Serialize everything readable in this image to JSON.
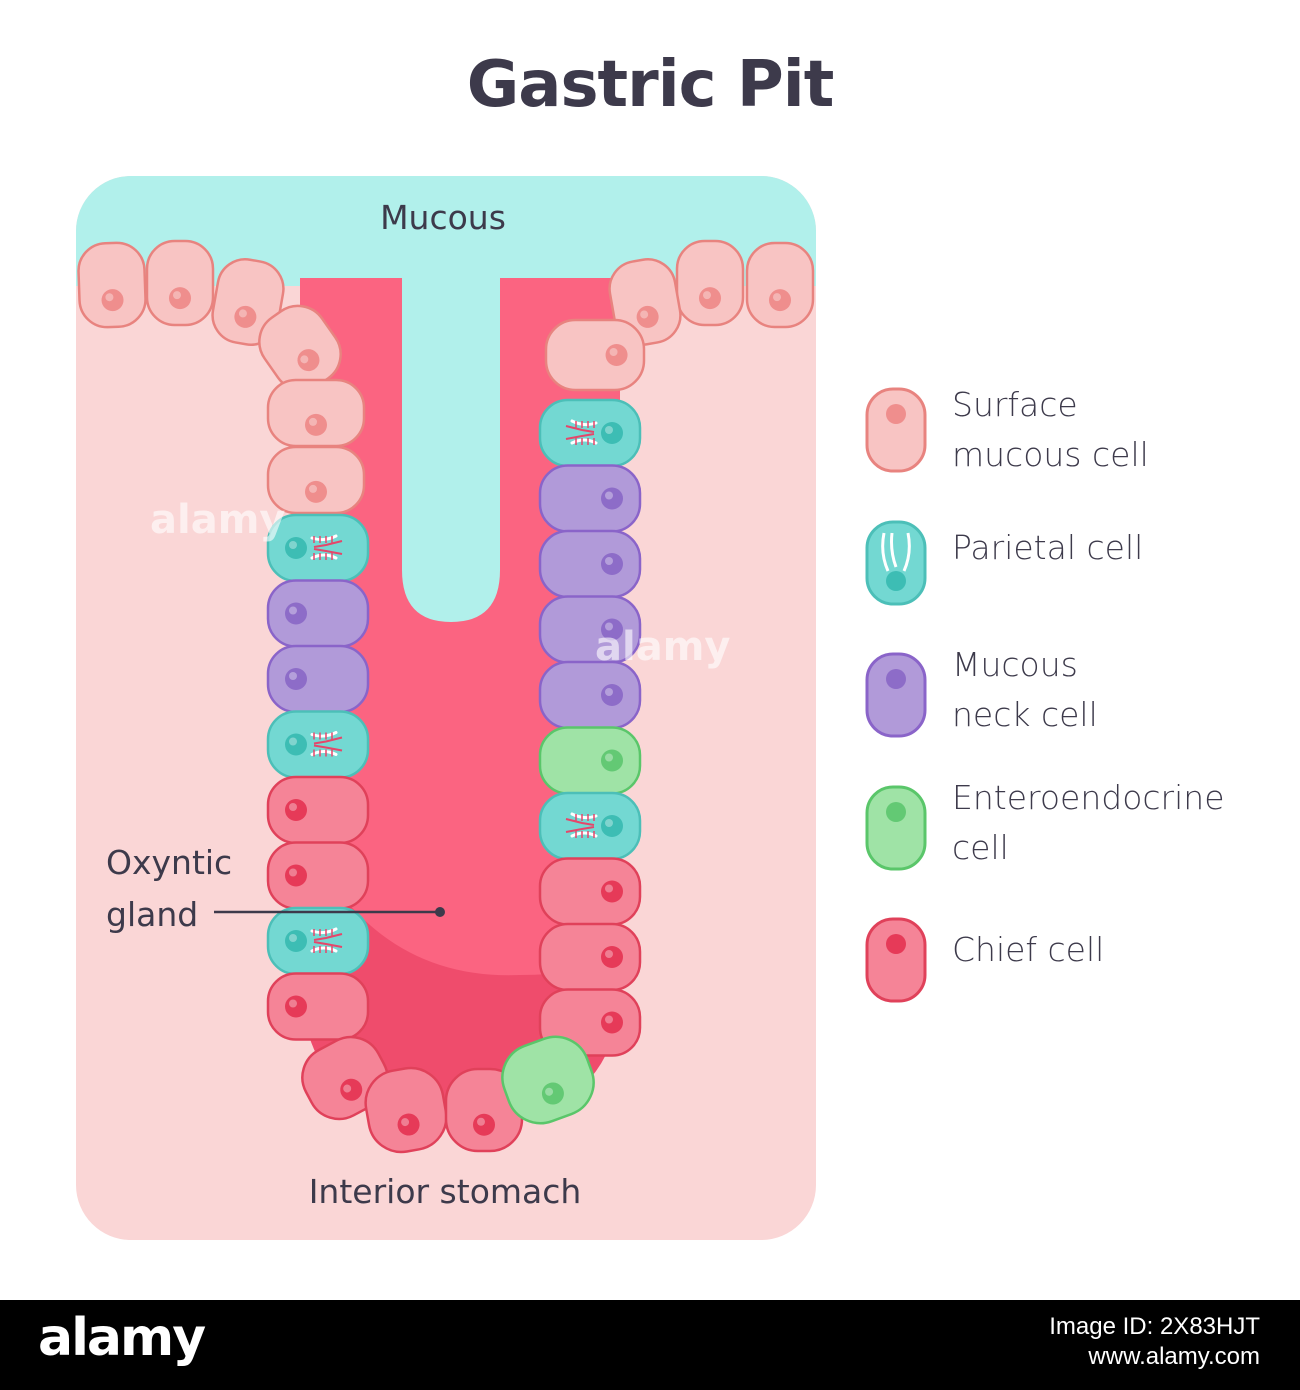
{
  "title": "Gastric Pit",
  "labels": {
    "mucous": "Mucous",
    "oxyntic_line1": "Oxyntic",
    "oxyntic_line2": "gland",
    "interior": "Interior stomach"
  },
  "legend": [
    {
      "line1": "Surface",
      "line2": "mucous cell",
      "color": "#f8c4c3",
      "stroke": "#e8837f",
      "nucleus": "#ef8e8d",
      "icon": "surface-mucous-cell-icon"
    },
    {
      "line1": "Parietal cell",
      "line2": "",
      "color": "#73d8d2",
      "stroke": "#4cbfb8",
      "nucleus": "#3dbdb4",
      "icon": "parietal-cell-icon"
    },
    {
      "line1": "Mucous",
      "line2": "neck cell",
      "color": "#b19ad9",
      "stroke": "#8a64c9",
      "nucleus": "#8d6cc8",
      "icon": "mucous-neck-cell-icon"
    },
    {
      "line1": "Enteroendocrine",
      "line2": "cell",
      "color": "#9fe3a6",
      "stroke": "#5ac66a",
      "nucleus": "#63c974",
      "icon": "enteroendocrine-cell-icon"
    },
    {
      "line1": "Chief cell",
      "line2": "",
      "color": "#f58497",
      "stroke": "#e0415a",
      "nucleus": "#e63a58",
      "icon": "chief-cell-icon"
    }
  ],
  "colors": {
    "tissue": "#fad6d6",
    "mucus": "#b1f0eb",
    "lumen": "#fb6481",
    "lumen_dark": "#ef4c6c"
  },
  "watermark": "alamy",
  "footer": {
    "brand": "alamy",
    "image_id": "Image ID: 2X83HJT",
    "site": "www.alamy.com"
  }
}
